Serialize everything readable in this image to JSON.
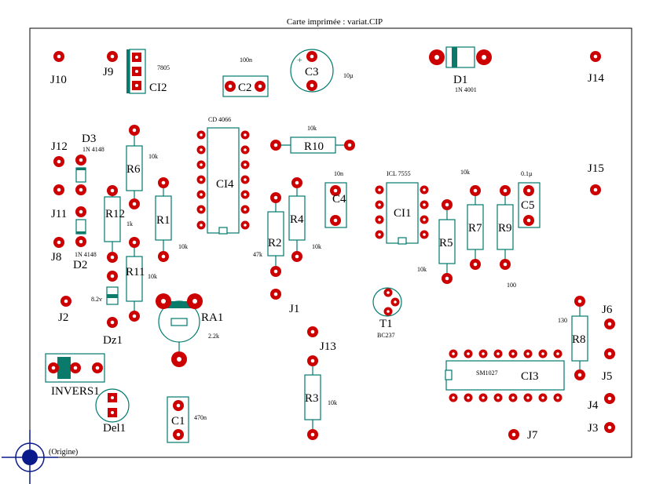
{
  "title": "Carte imprimée : variat.CIP",
  "origin_label": "(Origine)",
  "colors": {
    "pad": "#cc0000",
    "silkscreen": "#007a6e",
    "origin": "#0a1a8a",
    "border": "#000000"
  },
  "components": {
    "J10": "J10",
    "J9": "J9",
    "CI2": "CI2",
    "CI2_val": "7805",
    "C2": "C2",
    "C2_val": "100n",
    "C3": "C3",
    "C3_val": "10µ",
    "D1": "D1",
    "D1_val": "1N 4001",
    "J14": "J14",
    "J12": "J12",
    "D3": "D3",
    "D3_val": "1N 4148",
    "J11": "J11",
    "J8": "J8",
    "D2": "D2",
    "D2_val": "1N 4148",
    "R6": "R6",
    "R6_val": "10k",
    "R12": "R12",
    "R12_val": "1k",
    "R1": "R1",
    "R1_val": "10k",
    "R11": "R11",
    "R11_val": "10k",
    "CI4": "CI4",
    "CI4_val": "CD 4066",
    "R10": "R10",
    "R10_val": "10k",
    "R2": "R2",
    "R2_val": "47k",
    "R4": "R4",
    "R4_val": "10k",
    "C4": "C4",
    "C4_val": "10n",
    "CI1": "CI1",
    "CI1_val": "ICL 7555",
    "R5": "R5",
    "R5_val": "10k",
    "R7": "R7",
    "R7_val": "10k",
    "R9": "R9",
    "R9_val": "100",
    "C5": "C5",
    "C5_val": "0.1µ",
    "J15": "J15",
    "J2": "J2",
    "Dz1": "Dz1",
    "Dz1_val": "8.2v",
    "RA1": "RA1",
    "RA1_val": "2.2k",
    "J1": "J1",
    "T1": "T1",
    "T1_val": "BC237",
    "J13": "J13",
    "R8": "R8",
    "R8_val": "130",
    "J6": "J6",
    "J5": "J5",
    "CI3": "CI3",
    "CI3_val": "SM1027",
    "J4": "J4",
    "J3": "J3",
    "INVERS1": "INVERS1",
    "Del1": "Del1",
    "C1": "C1",
    "C1_val": "470n",
    "R3": "R3",
    "R3_val": "10k",
    "J7": "J7"
  }
}
